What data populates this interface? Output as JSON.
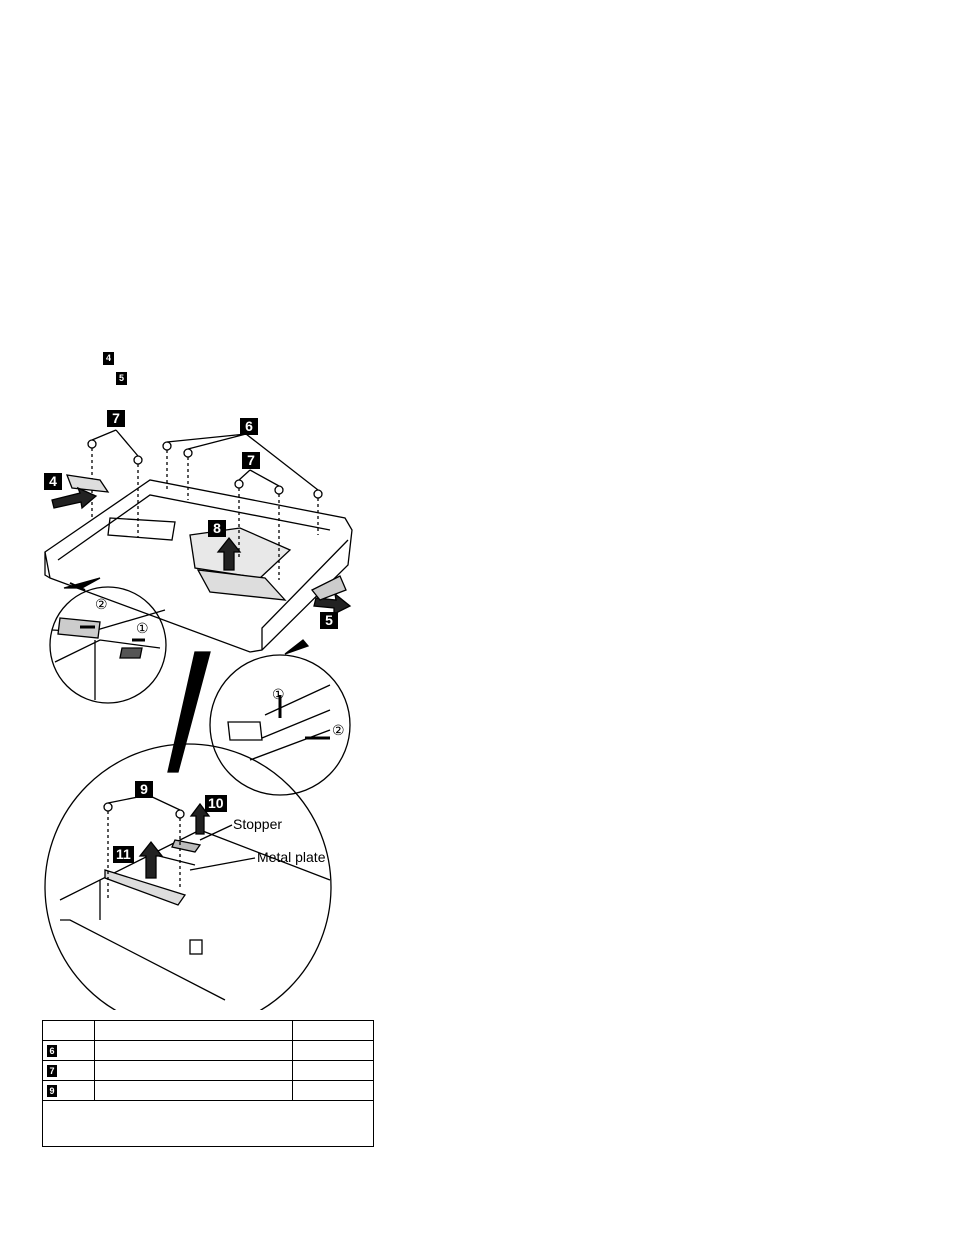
{
  "steps": {
    "step_4": "4",
    "step_5": "5"
  },
  "figure": {
    "callouts": {
      "c7a": "7",
      "c6": "6",
      "c7b": "7",
      "c4": "4",
      "c8": "8",
      "c5": "5",
      "c9": "9",
      "c10": "10",
      "c11": "11"
    },
    "circled": {
      "a1": "①",
      "a2": "②",
      "b1": "①",
      "b2": "②"
    },
    "labels": {
      "stopper": "Stopper",
      "metal_plate": "Metal plate"
    }
  },
  "table": {
    "header": [
      "",
      "",
      ""
    ],
    "rows": [
      {
        "step": "6",
        "description": "",
        "quantity": ""
      },
      {
        "step": "7",
        "description": "",
        "quantity": ""
      },
      {
        "step": "9",
        "description": "",
        "quantity": ""
      }
    ],
    "note": ""
  }
}
